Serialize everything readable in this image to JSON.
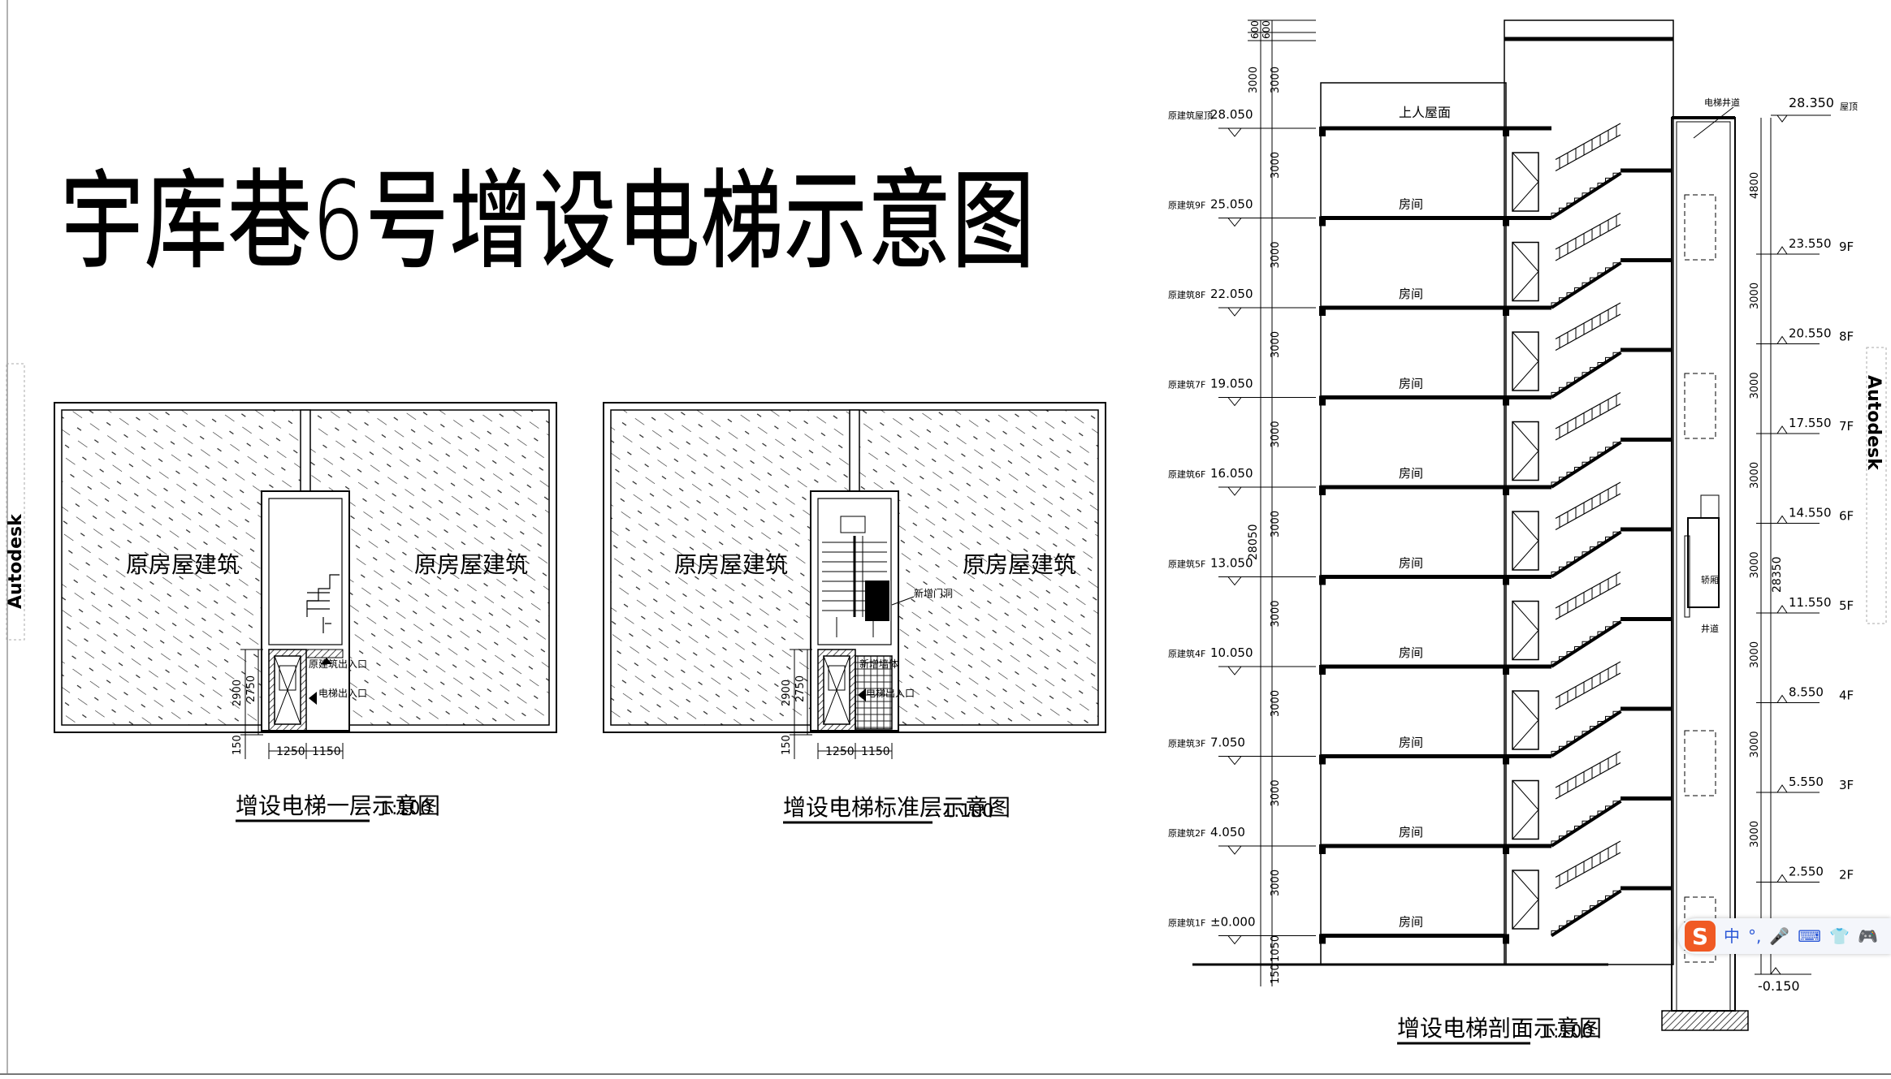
{
  "title": "宇库巷6号增设电梯示意图",
  "watermark": "Autodesk",
  "plan1": {
    "label": "增设电梯一层示意图",
    "scale": "1:100",
    "left_room": "原房屋建筑",
    "right_room": "原房屋建筑",
    "note_original_exit": "原建筑出入口",
    "note_elevator_exit": "电梯出入口",
    "dim_2900": "2900",
    "dim_2750": "2750",
    "dim_150": "150",
    "dim_1250": "1250",
    "dim_1150": "1150"
  },
  "plan2": {
    "label": "增设电梯标准层示意图",
    "scale": "1:100",
    "left_room": "原房屋建筑",
    "right_room": "原房屋建筑",
    "note_new_door": "新增门洞",
    "note_new_wall": "新增墙体",
    "note_elevator_exit": "电梯出入口",
    "dim_2900": "2900",
    "dim_2750": "2750",
    "dim_150": "150",
    "dim_1250": "1250",
    "dim_1150": "1150"
  },
  "section": {
    "label": "增设电梯剖面示意图",
    "scale": "1:100",
    "roof_terrace": "上人屋面",
    "room_label": "房间",
    "shaft_label": "电梯井道",
    "car_label": "轿厢",
    "well_label": "井道",
    "roof_tag": "屋顶",
    "total_left": "28050",
    "total_right": "28350",
    "dim_600a": "600",
    "dim_600b": "600",
    "dim_4800": "4800",
    "dim_1050": "1050",
    "dim_150": "150",
    "dim_3000": "3000",
    "left_levels": [
      {
        "tag": "原建筑屋顶",
        "elev": "28.050"
      },
      {
        "tag": "原建筑9F",
        "elev": "25.050"
      },
      {
        "tag": "原建筑8F",
        "elev": "22.050"
      },
      {
        "tag": "原建筑7F",
        "elev": "19.050"
      },
      {
        "tag": "原建筑6F",
        "elev": "16.050"
      },
      {
        "tag": "原建筑5F",
        "elev": "13.050"
      },
      {
        "tag": "原建筑4F",
        "elev": "10.050"
      },
      {
        "tag": "原建筑3F",
        "elev": "7.050"
      },
      {
        "tag": "原建筑2F",
        "elev": "4.050"
      },
      {
        "tag": "原建筑1F",
        "elev": "±0.000"
      }
    ],
    "right_levels": [
      {
        "floor": "9F",
        "elev": "23.550"
      },
      {
        "floor": "8F",
        "elev": "20.550"
      },
      {
        "floor": "7F",
        "elev": "17.550"
      },
      {
        "floor": "6F",
        "elev": "14.550"
      },
      {
        "floor": "5F",
        "elev": "11.550"
      },
      {
        "floor": "4F",
        "elev": "8.550"
      },
      {
        "floor": "3F",
        "elev": "5.550"
      },
      {
        "floor": "2F",
        "elev": "2.550"
      }
    ],
    "top_elev": "28.350",
    "bottom_elev": "-0.150"
  },
  "ime": {
    "lang": "中",
    "punct": "°,",
    "mic": "🎤",
    "kbd": "⌨",
    "skin": "👕",
    "game": "🎮"
  }
}
